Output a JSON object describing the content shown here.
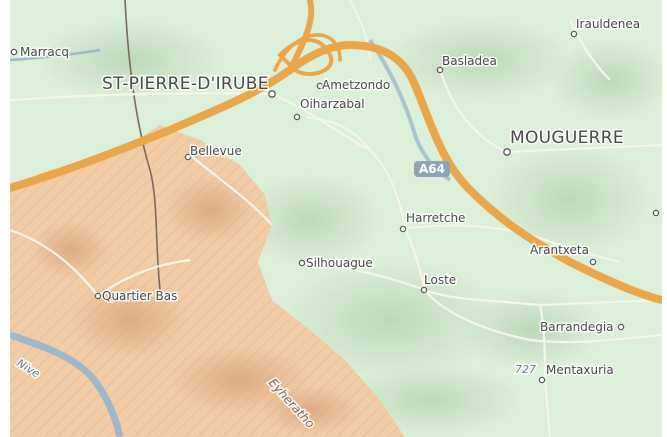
{
  "map": {
    "places": [
      {
        "id": "marracq",
        "label": "Marracq",
        "tier": "minor"
      },
      {
        "id": "st-pierre",
        "label": "ST-PIERRE-D'IRUBE",
        "tier": "major"
      },
      {
        "id": "ametzondo",
        "label": "Ametzondo",
        "tier": "minor"
      },
      {
        "id": "oiharzabal",
        "label": "Oiharzabal",
        "tier": "minor"
      },
      {
        "id": "basladea",
        "label": "Basladea",
        "tier": "minor"
      },
      {
        "id": "irauldenea",
        "label": "Irauldenea",
        "tier": "minor"
      },
      {
        "id": "mouguerre",
        "label": "MOUGUERRE",
        "tier": "major"
      },
      {
        "id": "bellevue",
        "label": "Bellevue",
        "tier": "minor"
      },
      {
        "id": "harretche",
        "label": "Harretche",
        "tier": "minor"
      },
      {
        "id": "arantxeta",
        "label": "Arantxeta",
        "tier": "minor"
      },
      {
        "id": "silhouague",
        "label": "Silhouague",
        "tier": "minor"
      },
      {
        "id": "loste",
        "label": "Loste",
        "tier": "minor"
      },
      {
        "id": "quartier-bas",
        "label": "Quartier Bas",
        "tier": "minor"
      },
      {
        "id": "barrandegia",
        "label": "Barrandegia",
        "tier": "minor"
      },
      {
        "id": "mentaxuria",
        "label": "Mentaxuria",
        "tier": "minor"
      }
    ],
    "roads": {
      "motorway_shield": "A64",
      "route_number": "727",
      "street_label": "Eyheratho"
    },
    "waterways": {
      "river_label": "Nive"
    },
    "colors": {
      "land": "#dcefd8",
      "hillshade": "#c5ddc2",
      "zone": "#f1cda6",
      "zone_hatch": "#e8b48a",
      "motorway": "#eaa64a",
      "minor_road": "#f4f6ea",
      "river": "#9fb8c9",
      "rail": "#7b6a5e"
    }
  }
}
